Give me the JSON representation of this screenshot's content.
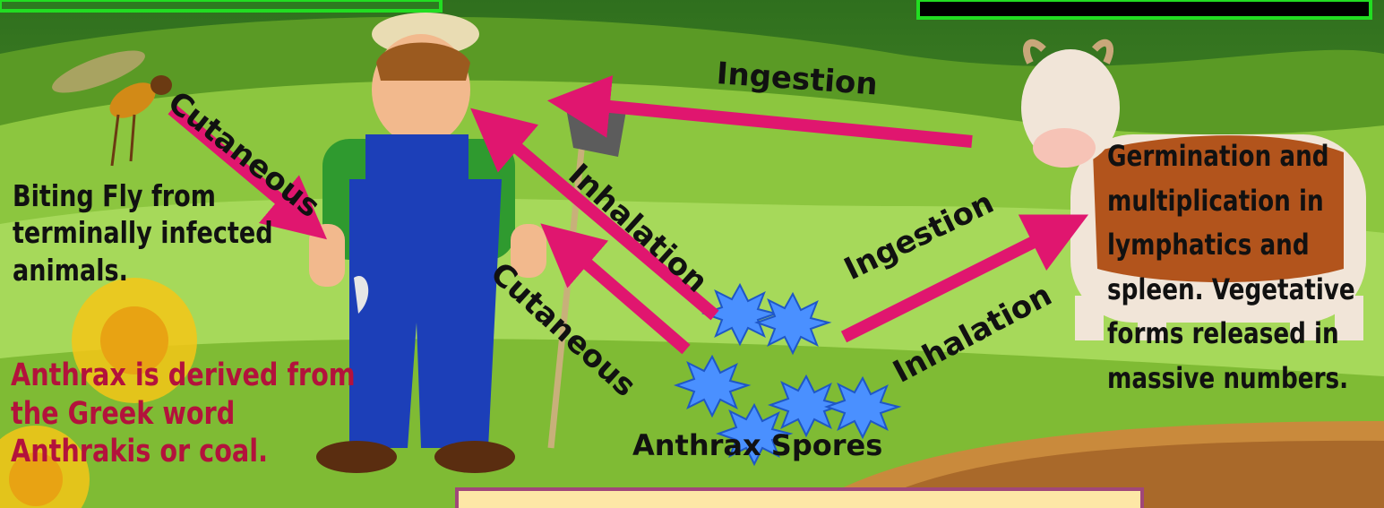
{
  "labels": {
    "cutaneous_fly": "Cutaneous",
    "cutaneous_spores": "Cutaneous",
    "inhalation_farmer": "Inhalation",
    "inhalation_cow": "Inhalation",
    "ingestion_top": "Ingestion",
    "ingestion_mid": "Ingestion",
    "spores": "Anthrax Spores"
  },
  "notes": {
    "fly": "Biting Fly from terminally infected animals.",
    "derivation": "Anthrax is derived from the Greek word Anthrakis or coal.",
    "cow": "Germination and multiplication in lymphatics and spleen. Vegetative forms released in massive numbers."
  },
  "colors": {
    "arrow": "#e0166f",
    "spore": "#4a90ff",
    "derivation_text": "#b3123c",
    "overalls": "#1c3fb8",
    "shirt": "#2f9a2f",
    "cow_patch": "#b2541c"
  }
}
